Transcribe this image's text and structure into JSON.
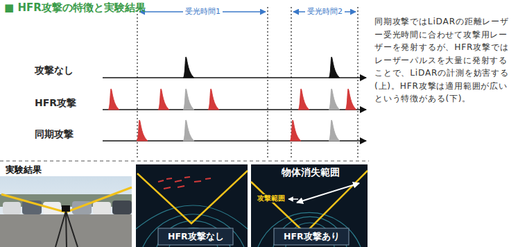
{
  "diagram": {
    "title": "■ HFR攻撃の特徴と実験結果",
    "caption": "同期攻撃ではLiDARの距離レーザー受光時間に合わせて攻撃用レーザーを発射するが、HFR攻撃ではレーザーパルスを大量に発射することで、LiDARの計測を妨害する(上)。HFR攻撃は適用範囲が広いという特徴がある(下)。",
    "labels": [
      "受光時間1",
      "受光時間2",
      "攻撃なし",
      "HFR攻撃",
      "同期攻撃",
      "実験結果",
      "HFR攻撃なし",
      "物体消失範囲",
      "攻撃範囲",
      "HFR攻撃あり"
    ]
  }
}
